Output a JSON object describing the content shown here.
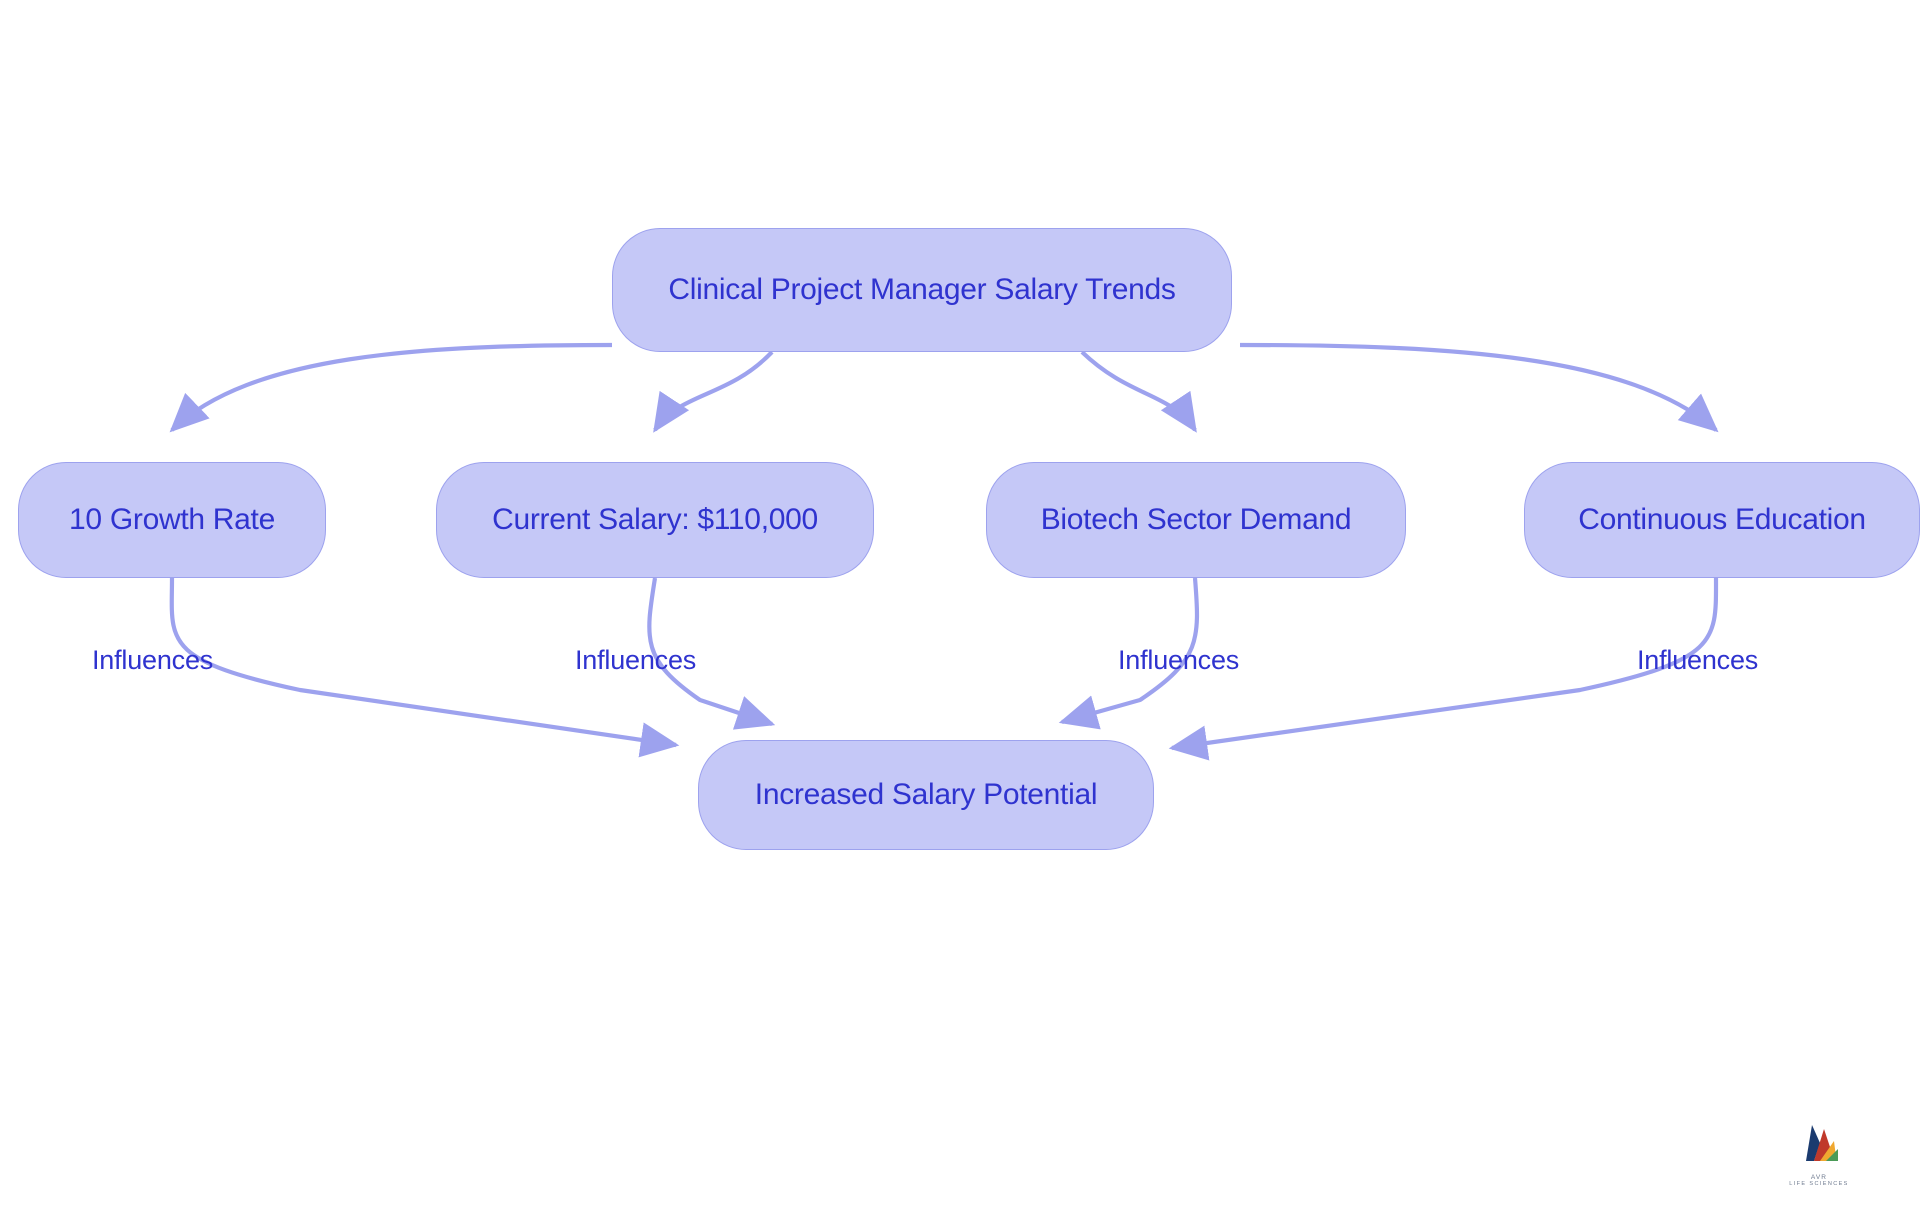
{
  "diagram": {
    "type": "flowchart",
    "title": "Clinical Project Manager Salary Trends",
    "background_color": "#ffffff",
    "node_fill_color": "#c5c8f7",
    "node_border_color": "#9da2ee",
    "node_text_color": "#2f33cf",
    "edge_color": "#9da2ee",
    "nodes": [
      {
        "id": "root",
        "label": "Clinical Project Manager Salary Trends",
        "level": 0
      },
      {
        "id": "growth",
        "label": "10 Growth Rate",
        "level": 1
      },
      {
        "id": "salary",
        "label": "Current Salary: $110,000",
        "level": 1
      },
      {
        "id": "biotech",
        "label": "Biotech Sector Demand",
        "level": 1
      },
      {
        "id": "education",
        "label": "Continuous Education",
        "level": 1
      },
      {
        "id": "potential",
        "label": "Increased Salary Potential",
        "level": 2
      }
    ],
    "edges": [
      {
        "from": "root",
        "to": "growth",
        "label": ""
      },
      {
        "from": "root",
        "to": "salary",
        "label": ""
      },
      {
        "from": "root",
        "to": "biotech",
        "label": ""
      },
      {
        "from": "root",
        "to": "education",
        "label": ""
      },
      {
        "from": "growth",
        "to": "potential",
        "label": "Influences"
      },
      {
        "from": "salary",
        "to": "potential",
        "label": "Influences"
      },
      {
        "from": "biotech",
        "to": "potential",
        "label": "Influences"
      },
      {
        "from": "education",
        "to": "potential",
        "label": "Influences"
      }
    ]
  },
  "logo": {
    "name": "AVR",
    "tagline": "LIFE SCIENCES"
  }
}
